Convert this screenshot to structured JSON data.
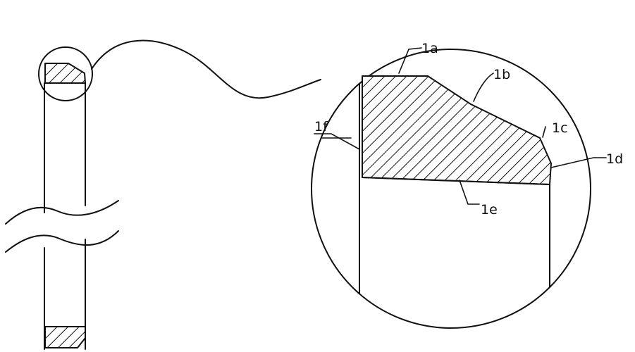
{
  "labels": {
    "a": "1a",
    "b": "1b",
    "c": "1c",
    "d": "1d",
    "e": "1e",
    "f": "1f"
  },
  "colors": {
    "line": "#111111",
    "background": "#ffffff"
  }
}
